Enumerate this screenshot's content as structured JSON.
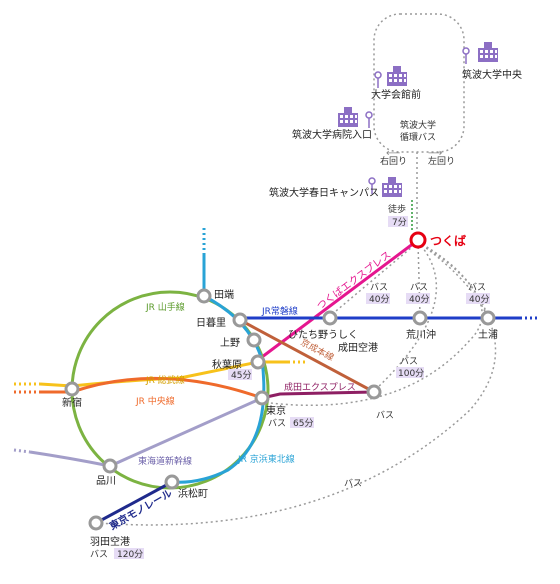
{
  "stations": {
    "tsukuba": "つくば",
    "tabata": "田端",
    "nippori": "日暮里",
    "ueno": "上野",
    "akihabara": "秋葉原",
    "tokyo": "東京",
    "shinjuku": "新宿",
    "shinagawa": "品川",
    "hamamatsucho": "浜松町",
    "haneda": "羽田空港",
    "narita": "成田空港",
    "hitachino_ushiku": "ひたち野うしく",
    "arakawaoki": "荒川沖",
    "tsuchiura": "土浦"
  },
  "lines": {
    "yamanote": "JR 山手線",
    "joban": "JR常磐線",
    "tsukuba_express": "つくばエクスプレス",
    "keisei": "京成本線",
    "sobu": "JR 総武線",
    "chuo": "JR 中央線",
    "narita_express": "成田エクスプレス",
    "tokaido": "東海道新幹線",
    "keihin_tohoku": "JR 京浜東北線",
    "monorail": "東京モノレール"
  },
  "campus": {
    "kaikan": "大学会館前",
    "chuo": "筑波大学中央",
    "hospital": "筑波大学病院入口",
    "kasuga": "筑波大学春日キャンパス",
    "loop_bus_1": "筑波大学",
    "loop_bus_2": "循環バス",
    "migimawari": "右回り",
    "hidarimawari": "左回り"
  },
  "routes": {
    "walk_label": "徒歩",
    "walk_time": "7分",
    "bus": "バス",
    "akihabara_time": "45分",
    "hitachino_time": "40分",
    "arakawaoki_time": "40分",
    "tsuchiura_time": "40分",
    "narita_time": "100分",
    "tokyo_time": "65分",
    "haneda_time": "120分"
  },
  "colors": {
    "yamanote": "#7cb342",
    "keihin_tohoku": "#29a3d6",
    "joban": "#1f3ec8",
    "tsukuba_express": "#e5168f",
    "keisei": "#c0603a",
    "sobu": "#f7c21b",
    "chuo": "#ef6a2b",
    "narita_express": "#8e1f63",
    "tokaido": "#a39ec9",
    "monorail": "#1f2a8c",
    "station_node": "#999999",
    "tsukuba_ring": "#e60012",
    "university_icon": "#8c6fc4",
    "time_badge_bg": "#e6dcf5",
    "dotted_bus": "#9a9a9a",
    "walk": "#2e9a3a"
  },
  "icons": [
    "university-building-icon",
    "location-pin-icon",
    "arrow-left-icon",
    "arrow-right-icon"
  ]
}
